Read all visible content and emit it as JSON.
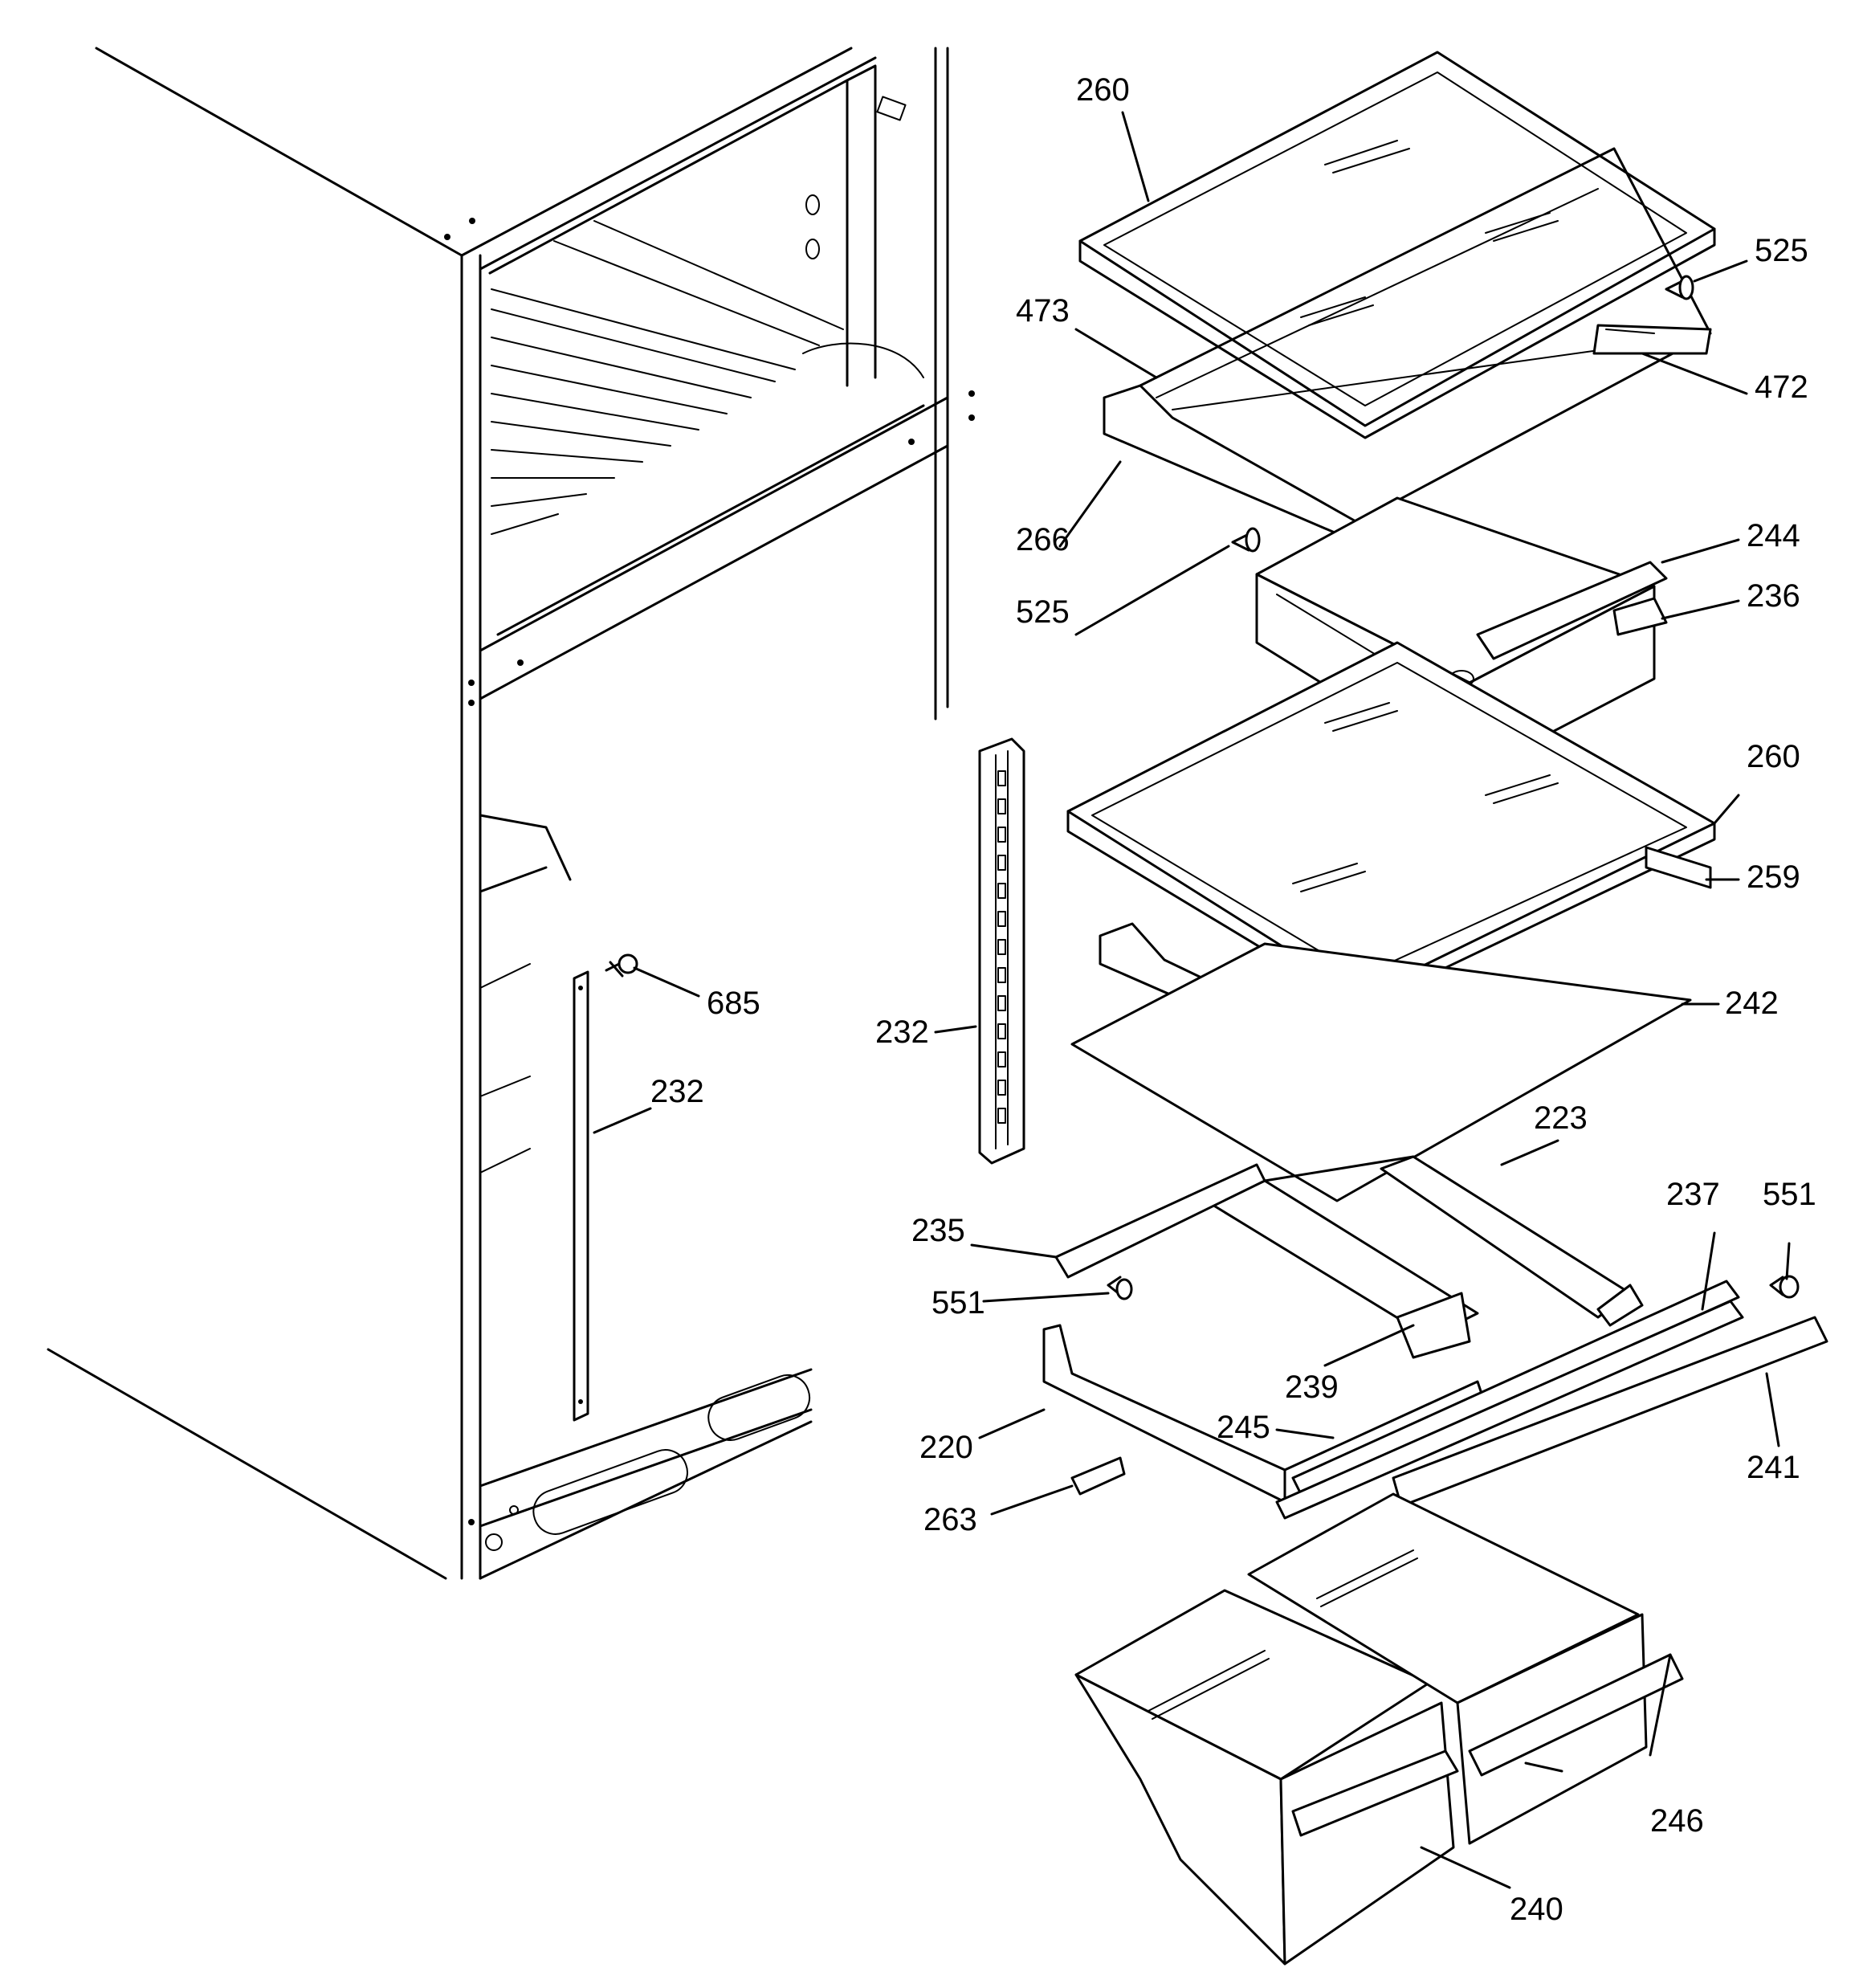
{
  "labels": {
    "p260_top": "260",
    "p525_top": "525",
    "p473": "473",
    "p472": "472",
    "p266": "266",
    "p244": "244",
    "p525_mid": "525",
    "p236": "236",
    "p260_mid": "260",
    "p259": "259",
    "p685": "685",
    "p232_front": "232",
    "p232_rail": "232",
    "p242": "242",
    "p223": "223",
    "p237": "237",
    "p551_right": "551",
    "p235": "235",
    "p551_left": "551",
    "p239": "239",
    "p220": "220",
    "p245": "245",
    "p241": "241",
    "p263": "263",
    "p246": "246",
    "p240": "240"
  }
}
